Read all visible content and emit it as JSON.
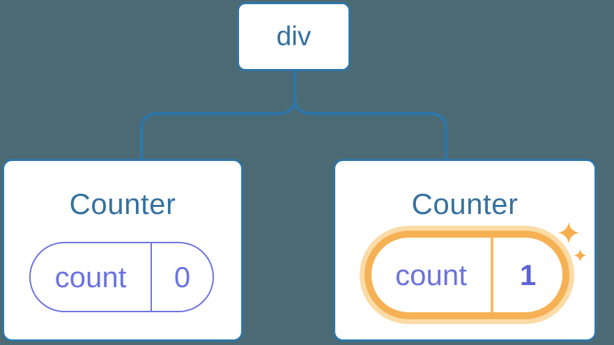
{
  "diagram": {
    "root": {
      "label": "div"
    },
    "children": [
      {
        "title": "Counter",
        "state": {
          "key": "count",
          "value": "0"
        },
        "highlighted": false
      },
      {
        "title": "Counter",
        "state": {
          "key": "count",
          "value": "1"
        },
        "highlighted": true
      }
    ],
    "colors": {
      "background": "#4C6A73",
      "line_blue": "#2E76A9",
      "title_blue": "#35719F",
      "state_purple": "#6B73DE",
      "value_bold_purple": "#5C64D4",
      "highlight_orange": "#F6B155",
      "highlight_glow": "#FBDBA6",
      "divider_orange": "#F8BA63",
      "sparkle_orange": "#F6AE4E",
      "card_background": "#FFFFFF"
    }
  }
}
